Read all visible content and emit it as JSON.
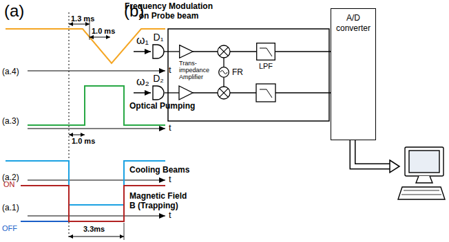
{
  "diagram": {
    "nodes": [
      {
        "text": [
          "D₁"
        ]
      },
      {
        "text": [
          "D₂"
        ]
      },
      {
        "text": [
          "Trans-impedance Amplifier"
        ]
      },
      {
        "text": [
          "LPF"
        ]
      },
      {
        "text": [
          "FR"
        ]
      },
      {
        "text": [
          "A/D converter"
        ]
      }
    ],
    "edges": [
      {
        "from": 0,
        "to": 2,
        "arrow": "none"
      },
      {
        "from": 3,
        "to": 5,
        "arrow": "none"
      }
    ],
    "labels": [
      "(a)",
      "(b)",
      "Frequency Modulation on Probe beam",
      "1.3 ms",
      "1.0 ms",
      "(a.4)",
      "t",
      "(a.3)",
      "Optical Pumping",
      "1.0 ms",
      "t",
      "(a.2)",
      "Cooling Beams",
      "t",
      "ON",
      "(a.1)",
      "Magnetic Field B (Trapping)",
      "OFF",
      "t",
      "3.3ms",
      "ω₁",
      "ω₂"
    ]
  }
}
